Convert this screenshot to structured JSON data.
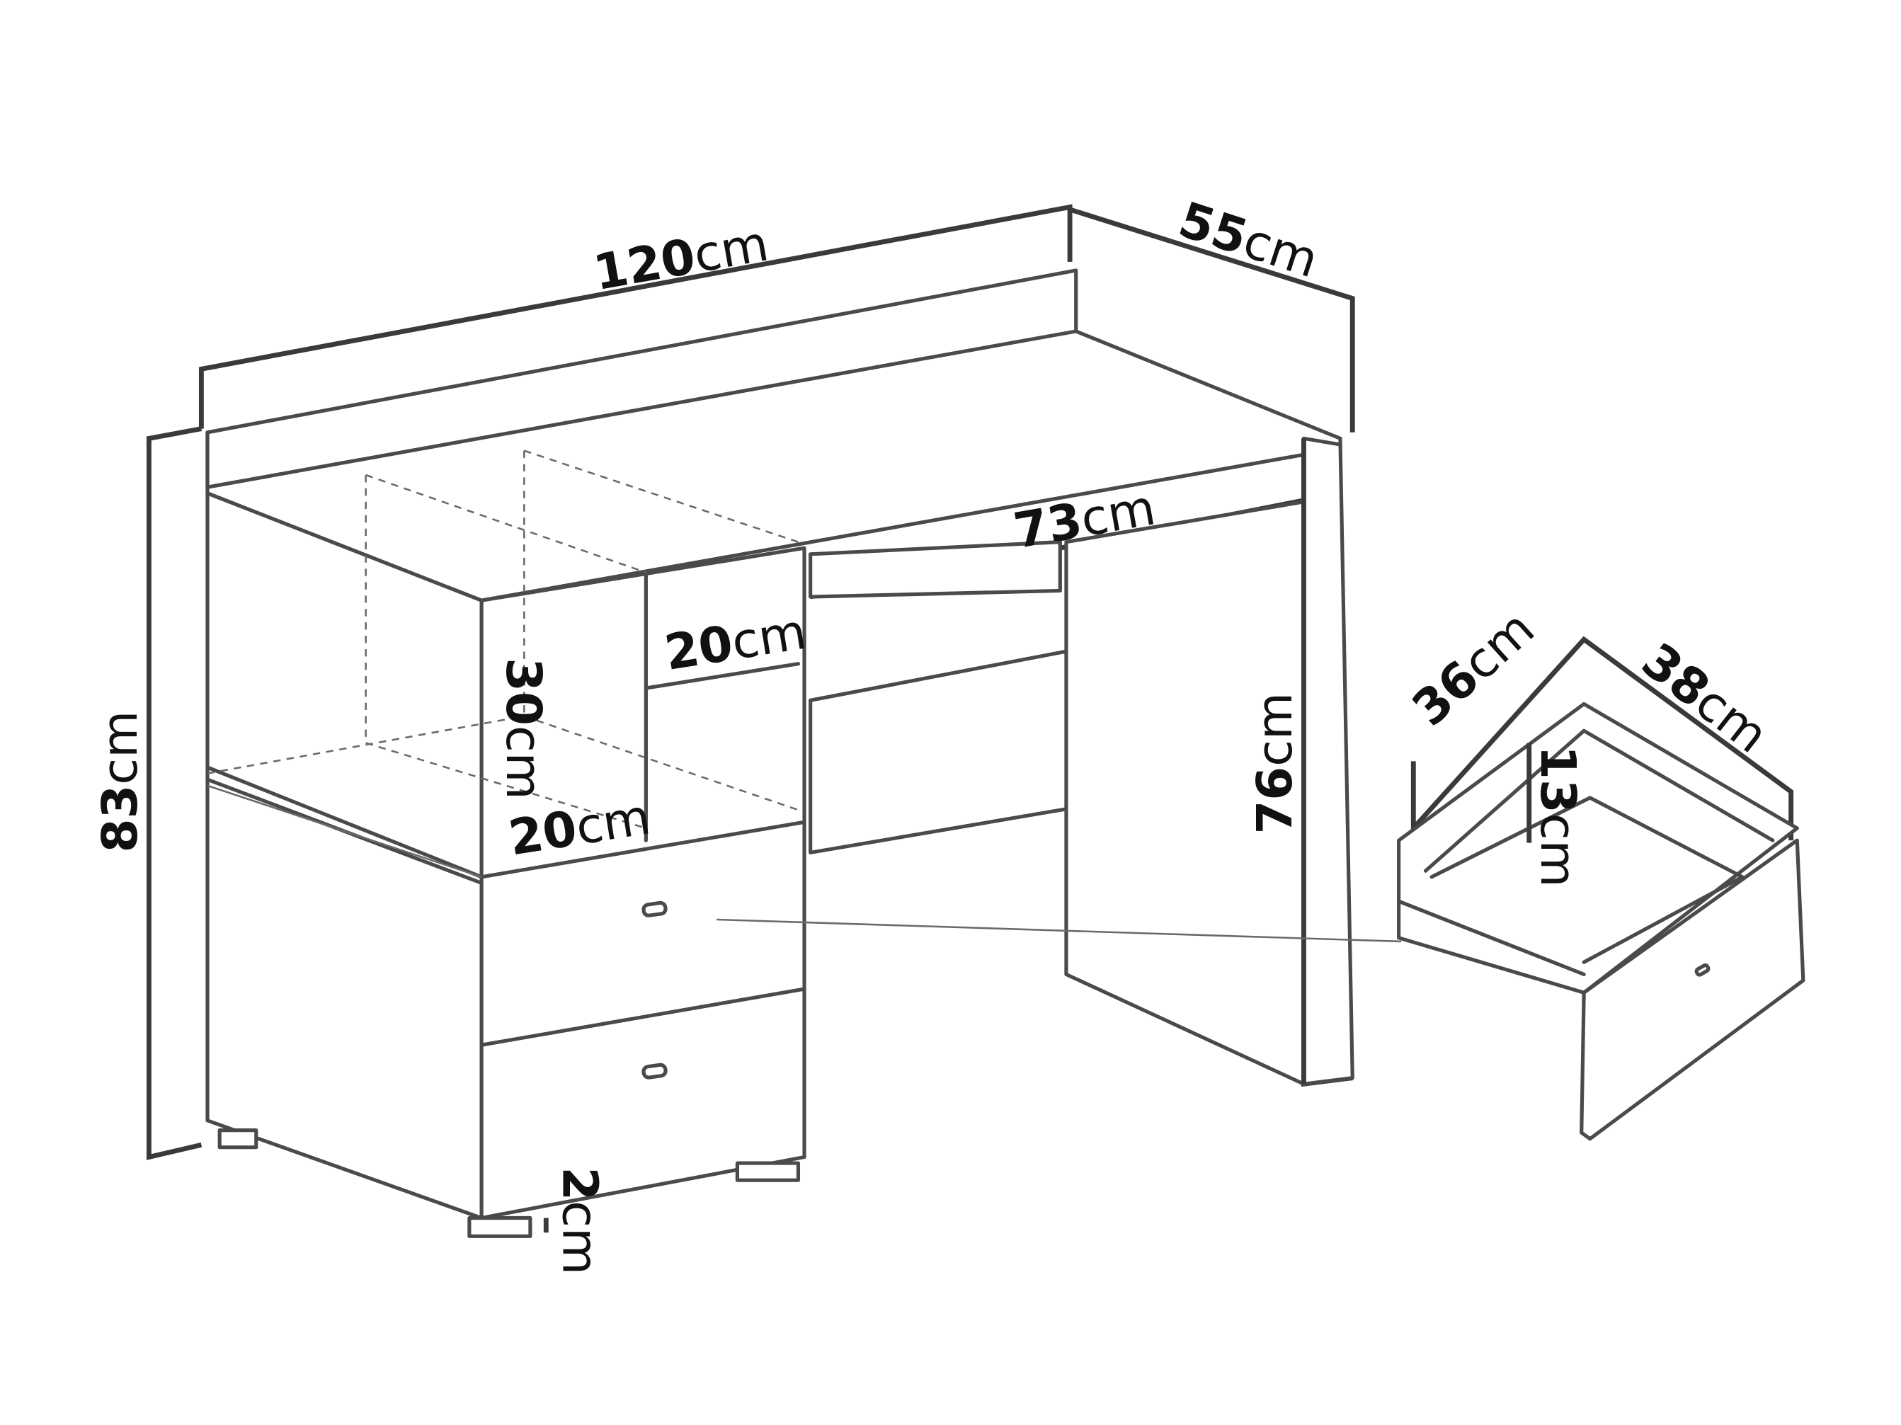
{
  "diagram": {
    "title": "Desk dimensions",
    "unit": "cm",
    "dimensions": {
      "width": {
        "value": "120",
        "unit": "cm"
      },
      "depth": {
        "value": "55",
        "unit": "cm"
      },
      "height_total": {
        "value": "83",
        "unit": "cm"
      },
      "height_desk": {
        "value": "76",
        "unit": "cm"
      },
      "knee_width": {
        "value": "73",
        "unit": "cm"
      },
      "shelf_depth": {
        "value": "20",
        "unit": "cm"
      },
      "shelf_height": {
        "value": "30",
        "unit": "cm"
      },
      "shelf_width": {
        "value": "20",
        "unit": "cm"
      },
      "feet_height": {
        "value": "2",
        "unit": "cm"
      },
      "drawer_width": {
        "value": "36",
        "unit": "cm"
      },
      "drawer_depth": {
        "value": "38",
        "unit": "cm"
      },
      "drawer_height": {
        "value": "13",
        "unit": "cm"
      }
    }
  }
}
